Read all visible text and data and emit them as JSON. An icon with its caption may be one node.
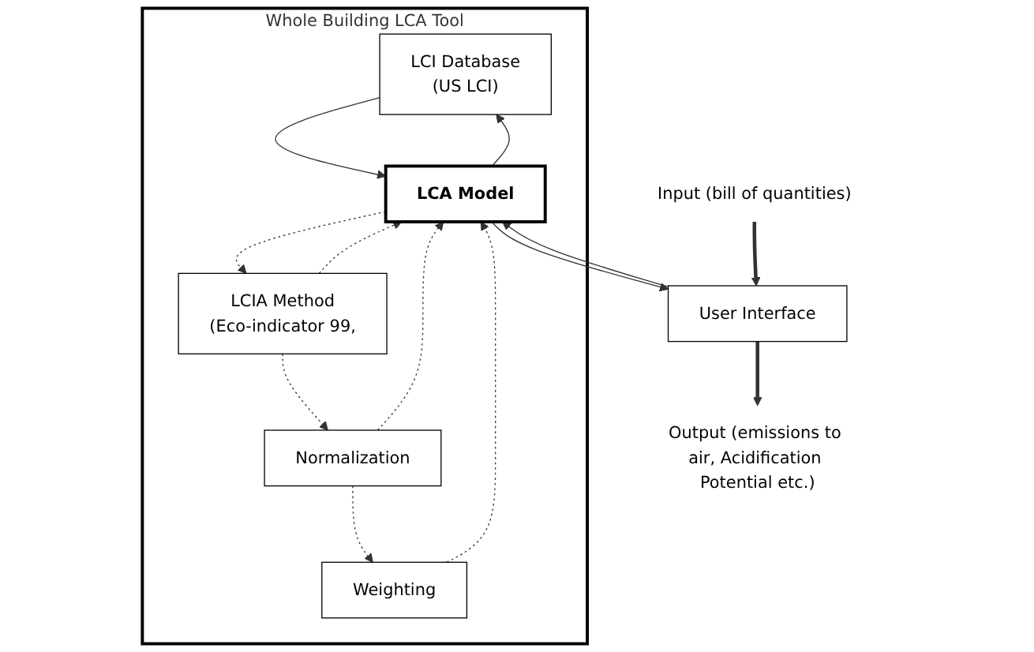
{
  "diagram": {
    "nodes": [
      {
        "text": [
          "Whole Building LCA Tool"
        ]
      },
      {
        "text": [
          "Input (bill of quantities)"
        ]
      },
      {
        "text": [
          "Output (emissions to air, Acidification Potential etc.)"
        ]
      },
      {
        "text": [
          "User Interface"
        ]
      },
      {
        "text": [
          "LCI Database",
          "(US LCI)"
        ],
        "in": 0
      },
      {
        "text": [
          "LCA Model"
        ],
        "in": 0
      },
      {
        "text": [
          "Weighting"
        ],
        "in": 0
      },
      {
        "text": [
          "Normalization"
        ],
        "in": 0
      },
      {
        "text": [
          "LCIA Method",
          "(Eco-indicator 99,"
        ],
        "in": 0
      }
    ],
    "edges": [
      {
        "from": 1,
        "to": 3,
        "arrow": "to",
        "style": "thick"
      },
      {
        "from": 3,
        "to": 2,
        "arrow": "to",
        "style": "thick"
      },
      {
        "from": 3,
        "to": 5,
        "arrow": "to"
      },
      {
        "from": 5,
        "to": 3,
        "arrow": "to"
      },
      {
        "from": 5,
        "to": 4,
        "arrow": "to"
      },
      {
        "from": 4,
        "to": 5,
        "arrow": "to"
      },
      {
        "from": 6,
        "to": 5,
        "arrow": "to",
        "style": "dashed"
      },
      {
        "from": 7,
        "to": 5,
        "arrow": "to",
        "style": "dashed"
      },
      {
        "from": 7,
        "to": 6,
        "arrow": "to",
        "style": "dashed"
      },
      {
        "from": 5,
        "to": 8,
        "arrow": "to",
        "style": "dashed"
      },
      {
        "from": 8,
        "to": 5,
        "arrow": "to",
        "style": "dashed"
      },
      {
        "from": 8,
        "to": 7,
        "arrow": "to",
        "style": "dashed"
      }
    ]
  }
}
